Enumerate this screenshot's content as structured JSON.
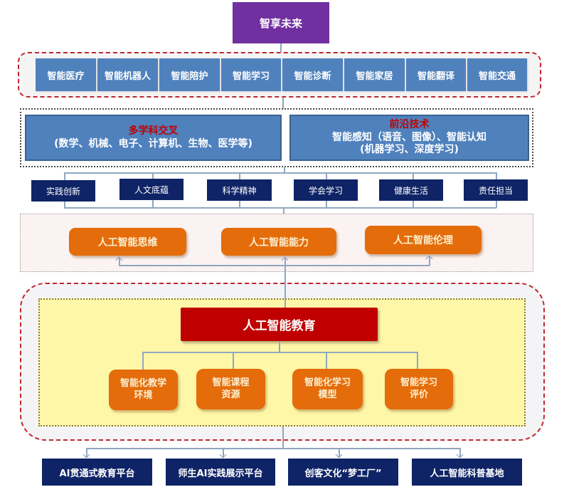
{
  "top": {
    "title": "智享未来"
  },
  "applications": {
    "items": [
      "智能医疗",
      "智能机器人",
      "智能陪护",
      "智能学习",
      "智能诊断",
      "智能家居",
      "智能翻译",
      "智能交通"
    ]
  },
  "foundations": {
    "left": {
      "title": "多学科交叉",
      "lines": [
        "(数学、机械、电子、计算机、生物、医学等)"
      ]
    },
    "right": {
      "title": "前沿技术",
      "lines": [
        "智能感知（语音、图像）、智能认知",
        "(机器学习、深度学习)"
      ]
    }
  },
  "literacies": {
    "items": [
      "实践创新",
      "人文底蕴",
      "科学精神",
      "学会学习",
      "健康生活",
      "责任担当"
    ]
  },
  "competencies": {
    "items": [
      "人工智能思维",
      "人工智能能力",
      "人工智能伦理"
    ]
  },
  "education": {
    "title": "人工智能教育",
    "items": [
      {
        "line1": "智能化教学",
        "line2": "环境"
      },
      {
        "line1": "智能课程",
        "line2": "资源"
      },
      {
        "line1": "智能化学习",
        "line2": "模型"
      },
      {
        "line1": "智能学习",
        "line2": "评价"
      }
    ]
  },
  "platforms": {
    "items": [
      "AI贯通式教育平台",
      "师生AI实践展示平台",
      "创客文化“梦工厂”",
      "人工智能科普基地"
    ]
  },
  "colors": {
    "purple": "#7030A0",
    "steel_blue": "#4F81BD",
    "navy": "#0F2466",
    "orange": "#E46C0A",
    "dark_red": "#C00000",
    "yellow_panel": "#FFF7A8",
    "dash_red": "#C0282E",
    "pink_panel": "#FBF2F2"
  }
}
